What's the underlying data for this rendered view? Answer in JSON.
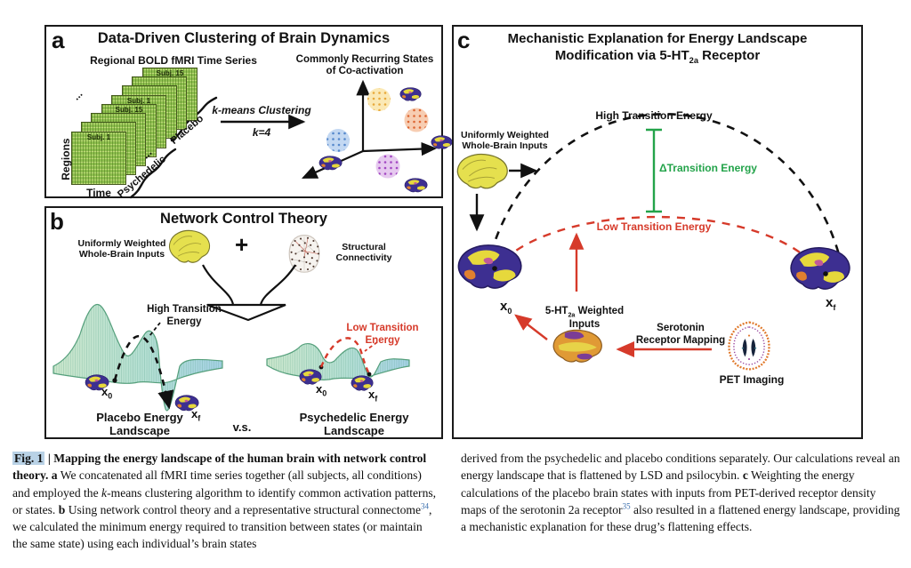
{
  "colors": {
    "accent_red": "#d63a2a",
    "accent_green": "#23a34a",
    "reference_blue": "#3a6fae",
    "fig_highlight": "#b9d2e6",
    "matrix_green": "#8fc04f",
    "brain_yellow": "#e5e04e",
    "state_brain_purple": "#3d2f91",
    "state_brain_patch_yellow": "#e6d83c",
    "cluster_yellow": "#e8a93a",
    "cluster_orange": "#dd6633",
    "cluster_blue": "#5588cc",
    "cluster_purple": "#a246c2",
    "landscape_teal": "#56a07c"
  },
  "panel_a": {
    "tag": "a",
    "title": "Data-Driven Clustering of Brain Dynamics",
    "stack_title": "Regional BOLD fMRI Time Series",
    "subj_front": "Subj. 1",
    "subj_mid1": "Subj. 15",
    "subj_mid2": "Subj. 1",
    "subj_back": "Subj. 15",
    "ellipsis": "...",
    "axis_regions": "Regions",
    "axis_time": "Time",
    "group_front": "Psychedelic",
    "group_back": "Placebo",
    "kmeans_line1": "k-means Clustering",
    "kmeans_line2": "k=4",
    "states_line1": "Commonly Recurring States",
    "states_line2": "of Co-activation"
  },
  "panel_b": {
    "tag": "b",
    "title": "Network Control Theory",
    "inputs_line1": "Uniformly Weighted",
    "inputs_line2": "Whole-Brain Inputs",
    "plus": "+",
    "sc_line1": "Structural",
    "sc_line2": "Connectivity",
    "high_line1": "High Transition",
    "high_line2": "Energy",
    "low_line1": "Low Transition",
    "low_line2": "Energy",
    "x0": "x",
    "x0_sub": "0",
    "xf": "x",
    "xf_sub": "f",
    "placebo_line1": "Placebo Energy",
    "placebo_line2": "Landscape",
    "vs": "v.s.",
    "psychedelic_line1": "Psychedelic Energy",
    "psychedelic_line2": "Landscape"
  },
  "panel_c": {
    "tag": "c",
    "title_line1": "Mechanistic Explanation for Energy Landscape",
    "title_line2_pre": "Modification via 5-HT",
    "title_line2_sub": "2a",
    "title_line2_post": " Receptor",
    "inputs_line1": "Uniformly Weighted",
    "inputs_line2": "Whole-Brain Inputs",
    "high_label": "High Transition Energy",
    "delta_label": "ΔTransition Energy",
    "low_label": "Low Transition Energy",
    "x0": "x",
    "x0_sub": "0",
    "xf": "x",
    "xf_sub": "f",
    "ht_pre": "5-HT",
    "ht_sub": "2a",
    "ht_post": " Weighted",
    "ht_line2": "Inputs",
    "sero_line1": "Serotonin",
    "sero_line2": "Receptor Mapping",
    "pet_label": "PET Imaging"
  },
  "caption": {
    "left_parts": [
      {
        "text": "Fig. 1"
      },
      {
        "text": " | Mapping the energy landscape of the human brain with network control theory. "
      },
      {
        "text": "a"
      },
      {
        "text": " We concatenated all fMRI time series together (all subjects, all conditions) and employed the "
      },
      {
        "text": "k"
      },
      {
        "text": "-means clustering algorithm to identify common activation patterns, or states. "
      },
      {
        "text": "b"
      },
      {
        "text": " Using network control theory and a representative structural connectome"
      },
      {
        "text": "34"
      },
      {
        "text": ", we calculated the minimum energy required to transition between states (or maintain the same state) using each individual’s brain states"
      }
    ],
    "right_parts": [
      {
        "text": "derived from the psychedelic and placebo conditions separately. Our calculations reveal an energy landscape that is flattened by LSD and psilocybin. "
      },
      {
        "text": "c"
      },
      {
        "text": " Weighting the energy calculations of the placebo brain states with inputs from PET-derived receptor density maps of the serotonin 2a receptor"
      },
      {
        "text": "35"
      },
      {
        "text": " also resulted in a flattened energy landscape, providing a mechanistic explanation for these drug’s flattening effects."
      }
    ]
  }
}
